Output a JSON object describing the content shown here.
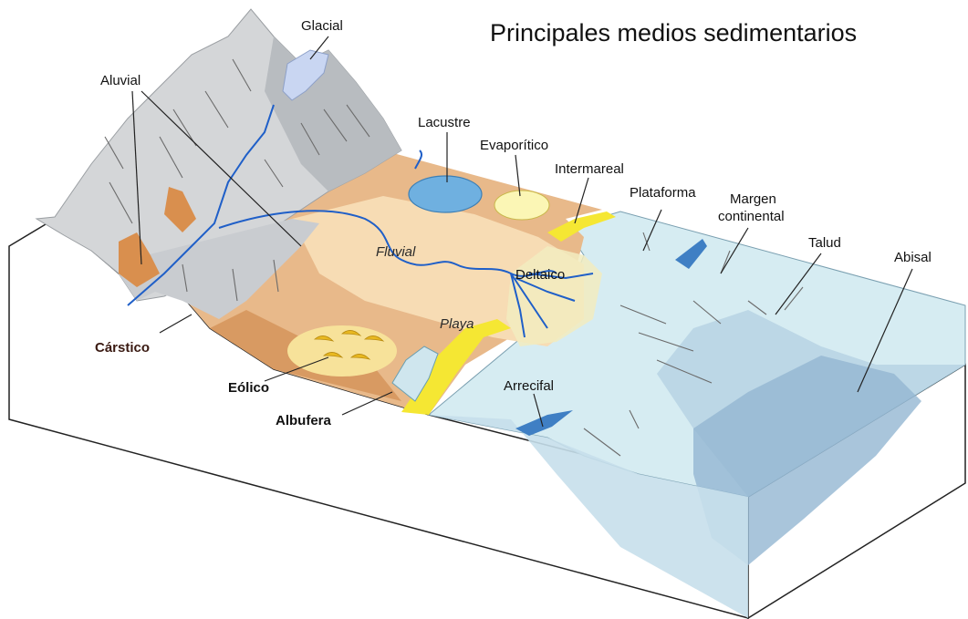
{
  "title": "Principales medios sedimentarios",
  "labels": {
    "glacial": "Glacial",
    "aluvial": "Aluvial",
    "lacustre": "Lacustre",
    "evaporitico": "Evaporítico",
    "intermareal": "Intermareal",
    "plataforma": "Plataforma",
    "margen_1": "Margen",
    "margen_2": "continental",
    "talud": "Talud",
    "abisal": "Abisal",
    "fluvial": "Fluvial",
    "deltaico": "Deltaico",
    "playa": "Playa",
    "carstico": "Cárstico",
    "eolico": "Eólico",
    "albufera": "Albufera",
    "arrecifal": "Arrecifal"
  },
  "colors": {
    "mountain": "#d4d6d8",
    "mountain_shadow": "#b8bcc0",
    "plain": "#e8b98a",
    "plain_dark": "#d39460",
    "alluvial_fan": "#d98f4e",
    "fluvial_plain": "#f7dcb4",
    "beach": "#f5e733",
    "shallow_sea": "#d6ecf2",
    "deep_sea": "#a9c9dc",
    "abyssal": "#93b7d2",
    "lake": "#6fb0e0",
    "reef": "#3f7fc4",
    "river": "#1f5fc8",
    "evaporite": "#fbf6b5"
  }
}
